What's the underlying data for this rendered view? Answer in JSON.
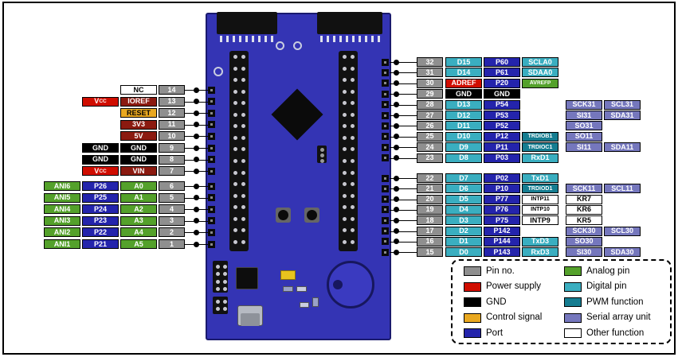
{
  "types": {
    "pin_no": {
      "bg": "#8f8f8f",
      "fg": "#ffffff"
    },
    "power": {
      "bg": "#d00d00",
      "fg": "#ffffff"
    },
    "power_dark": {
      "bg": "#8b1a10",
      "fg": "#ffffff"
    },
    "gnd": {
      "bg": "#000000",
      "fg": "#ffffff"
    },
    "control": {
      "bg": "#e9a820",
      "fg": "#000000"
    },
    "port": {
      "bg": "#2424ac",
      "fg": "#ffffff"
    },
    "analog": {
      "bg": "#54a12b",
      "fg": "#ffffff"
    },
    "digital": {
      "bg": "#3aaec0",
      "fg": "#ffffff"
    },
    "pwm": {
      "bg": "#157d91",
      "fg": "#ffffff"
    },
    "serial": {
      "bg": "#7577bd",
      "fg": "#ffffff"
    },
    "other": {
      "bg": "#ffffff",
      "fg": "#000000"
    }
  },
  "colors": {
    "board": "#3434b4",
    "board_border": "#1a1a6e"
  },
  "legend": {
    "left": [
      {
        "label": "Pin no.",
        "type": "pin_no"
      },
      {
        "label": "Power supply",
        "type": "power"
      },
      {
        "label": "GND",
        "type": "gnd"
      },
      {
        "label": "Control signal",
        "type": "control"
      },
      {
        "label": "Port",
        "type": "port"
      }
    ],
    "right": [
      {
        "label": "Analog pin",
        "type": "analog"
      },
      {
        "label": "Digital pin",
        "type": "digital"
      },
      {
        "label": "PWM function",
        "type": "pwm"
      },
      {
        "label": "Serial array unit",
        "type": "serial"
      },
      {
        "label": "Other function",
        "type": "other"
      }
    ]
  },
  "left_top": {
    "rows": [
      {
        "pin": "14",
        "cells": [
          {
            "c": "l3",
            "label": "NC",
            "type": "other"
          }
        ]
      },
      {
        "pin": "13",
        "cells": [
          {
            "c": "l2",
            "label": "V",
            "sub": "CC",
            "type": "power"
          },
          {
            "c": "l3",
            "label": "IOREF",
            "type": "power_dark"
          }
        ]
      },
      {
        "pin": "12",
        "cells": [
          {
            "c": "l3",
            "label": "RESET",
            "type": "control"
          }
        ]
      },
      {
        "pin": "11",
        "cells": [
          {
            "c": "l3",
            "label": "3V3",
            "type": "power_dark"
          }
        ]
      },
      {
        "pin": "10",
        "cells": [
          {
            "c": "l3",
            "label": "5V",
            "type": "power_dark"
          }
        ]
      },
      {
        "pin": "9",
        "cells": [
          {
            "c": "l2",
            "label": "GND",
            "type": "gnd"
          },
          {
            "c": "l3",
            "label": "GND",
            "type": "gnd"
          }
        ]
      },
      {
        "pin": "8",
        "cells": [
          {
            "c": "l2",
            "label": "GND",
            "type": "gnd"
          },
          {
            "c": "l3",
            "label": "GND",
            "type": "gnd"
          }
        ]
      },
      {
        "pin": "7",
        "cells": [
          {
            "c": "l2",
            "label": "V",
            "sub": "CC",
            "type": "power"
          },
          {
            "c": "l3",
            "label": "VIN",
            "type": "power_dark"
          }
        ]
      }
    ]
  },
  "left_bottom": {
    "rows": [
      {
        "pin": "6",
        "cells": [
          {
            "c": "l1",
            "label": "ANI6",
            "type": "analog"
          },
          {
            "c": "l2",
            "label": "P26",
            "type": "port"
          },
          {
            "c": "l3",
            "label": "A0",
            "type": "analog"
          }
        ]
      },
      {
        "pin": "5",
        "cells": [
          {
            "c": "l1",
            "label": "ANI5",
            "type": "analog"
          },
          {
            "c": "l2",
            "label": "P25",
            "type": "port"
          },
          {
            "c": "l3",
            "label": "A1",
            "type": "analog"
          }
        ]
      },
      {
        "pin": "4",
        "cells": [
          {
            "c": "l1",
            "label": "ANI4",
            "type": "analog"
          },
          {
            "c": "l2",
            "label": "P24",
            "type": "port"
          },
          {
            "c": "l3",
            "label": "A2",
            "type": "analog"
          }
        ]
      },
      {
        "pin": "3",
        "cells": [
          {
            "c": "l1",
            "label": "ANI3",
            "type": "analog"
          },
          {
            "c": "l2",
            "label": "P23",
            "type": "port"
          },
          {
            "c": "l3",
            "label": "A3",
            "type": "analog"
          }
        ]
      },
      {
        "pin": "2",
        "cells": [
          {
            "c": "l1",
            "label": "ANI2",
            "type": "analog"
          },
          {
            "c": "l2",
            "label": "P22",
            "type": "port"
          },
          {
            "c": "l3",
            "label": "A4",
            "type": "analog"
          }
        ]
      },
      {
        "pin": "1",
        "cells": [
          {
            "c": "l1",
            "label": "ANI1",
            "type": "analog"
          },
          {
            "c": "l2",
            "label": "P21",
            "type": "port"
          },
          {
            "c": "l3",
            "label": "A5",
            "type": "analog"
          }
        ]
      }
    ]
  },
  "right_top": {
    "rows": [
      {
        "pin": "32",
        "cells": [
          {
            "c": "r1",
            "label": "D15",
            "type": "digital"
          },
          {
            "c": "r2",
            "label": "P60",
            "type": "port"
          },
          {
            "c": "r3",
            "label": "SCLA0",
            "type": "digital"
          }
        ]
      },
      {
        "pin": "31",
        "cells": [
          {
            "c": "r1",
            "label": "D14",
            "type": "digital"
          },
          {
            "c": "r2",
            "label": "P61",
            "type": "port"
          },
          {
            "c": "r3",
            "label": "SDAA0",
            "type": "digital"
          }
        ]
      },
      {
        "pin": "30",
        "cells": [
          {
            "c": "r1",
            "label": "ADREF",
            "type": "power"
          },
          {
            "c": "r2",
            "label": "P20",
            "type": "port"
          },
          {
            "c": "r3",
            "label": "AV",
            "sub": "REFP",
            "type": "analog"
          }
        ]
      },
      {
        "pin": "29",
        "cells": [
          {
            "c": "r1",
            "label": "GND",
            "type": "gnd"
          },
          {
            "c": "r2",
            "label": "GND",
            "type": "gnd"
          }
        ]
      },
      {
        "pin": "28",
        "cells": [
          {
            "c": "r1",
            "label": "D13",
            "type": "digital"
          },
          {
            "c": "r2",
            "label": "P54",
            "type": "port"
          },
          {
            "c": "r4",
            "label": "SCK31",
            "type": "serial"
          },
          {
            "c": "r5",
            "label": "SCL31",
            "type": "serial"
          }
        ]
      },
      {
        "pin": "27",
        "cells": [
          {
            "c": "r1",
            "label": "D12",
            "type": "digital"
          },
          {
            "c": "r2",
            "label": "P53",
            "type": "port"
          },
          {
            "c": "r4",
            "label": "SI31",
            "type": "serial"
          },
          {
            "c": "r5",
            "label": "SDA31",
            "type": "serial"
          }
        ]
      },
      {
        "pin": "26",
        "cells": [
          {
            "c": "r1",
            "label": "D11",
            "type": "digital"
          },
          {
            "c": "r2",
            "label": "P52",
            "type": "port"
          },
          {
            "c": "r4",
            "label": "SO31",
            "type": "serial"
          }
        ]
      },
      {
        "pin": "25",
        "cells": [
          {
            "c": "r1",
            "label": "D10",
            "type": "digital"
          },
          {
            "c": "r2",
            "label": "P12",
            "type": "port"
          },
          {
            "c": "r3",
            "label": "TRDIOB1",
            "type": "pwm"
          },
          {
            "c": "r4",
            "label": "SO11",
            "type": "serial"
          }
        ]
      },
      {
        "pin": "24",
        "cells": [
          {
            "c": "r1",
            "label": "D9",
            "type": "digital"
          },
          {
            "c": "r2",
            "label": "P11",
            "type": "port"
          },
          {
            "c": "r3",
            "label": "TRDIOC1",
            "type": "pwm"
          },
          {
            "c": "r4",
            "label": "SI11",
            "type": "serial"
          },
          {
            "c": "r5",
            "label": "SDA11",
            "type": "serial"
          }
        ]
      },
      {
        "pin": "23",
        "cells": [
          {
            "c": "r1",
            "label": "D8",
            "type": "digital"
          },
          {
            "c": "r2",
            "label": "P03",
            "type": "port"
          },
          {
            "c": "r3",
            "label": "RxD1",
            "type": "digital"
          }
        ]
      }
    ]
  },
  "right_bottom": {
    "rows": [
      {
        "pin": "22",
        "cells": [
          {
            "c": "r1",
            "label": "D7",
            "type": "digital"
          },
          {
            "c": "r2",
            "label": "P02",
            "type": "port"
          },
          {
            "c": "r3",
            "label": "TxD1",
            "type": "digital"
          }
        ]
      },
      {
        "pin": "21",
        "cells": [
          {
            "c": "r1",
            "label": "D6",
            "type": "digital"
          },
          {
            "c": "r2",
            "label": "P10",
            "type": "port"
          },
          {
            "c": "r3",
            "label": "TRDIOD1",
            "type": "pwm"
          },
          {
            "c": "r4",
            "label": "SCK11",
            "type": "serial"
          },
          {
            "c": "r5",
            "label": "SCL11",
            "type": "serial"
          }
        ]
      },
      {
        "pin": "20",
        "cells": [
          {
            "c": "r1",
            "label": "D5",
            "type": "digital"
          },
          {
            "c": "r2",
            "label": "P77",
            "type": "port"
          },
          {
            "c": "r3",
            "label": "INTP11",
            "type": "other"
          },
          {
            "c": "r4",
            "label": "KR7",
            "type": "other"
          }
        ]
      },
      {
        "pin": "19",
        "cells": [
          {
            "c": "r1",
            "label": "D4",
            "type": "digital"
          },
          {
            "c": "r2",
            "label": "P76",
            "type": "port"
          },
          {
            "c": "r3",
            "label": "INTP10",
            "type": "other"
          },
          {
            "c": "r4",
            "label": "KR6",
            "type": "other"
          }
        ]
      },
      {
        "pin": "18",
        "cells": [
          {
            "c": "r1",
            "label": "D3",
            "type": "digital"
          },
          {
            "c": "r2",
            "label": "P75",
            "type": "port"
          },
          {
            "c": "r3",
            "label": "INTP9",
            "type": "other"
          },
          {
            "c": "r4",
            "label": "KR5",
            "type": "other"
          }
        ]
      },
      {
        "pin": "17",
        "cells": [
          {
            "c": "r1",
            "label": "D2",
            "type": "digital"
          },
          {
            "c": "r2",
            "label": "P142",
            "type": "port"
          },
          {
            "c": "r4",
            "label": "SCK30",
            "type": "serial"
          },
          {
            "c": "r5",
            "label": "SCL30",
            "type": "serial"
          }
        ]
      },
      {
        "pin": "16",
        "cells": [
          {
            "c": "r1",
            "label": "D1",
            "type": "digital"
          },
          {
            "c": "r2",
            "label": "P144",
            "type": "port"
          },
          {
            "c": "r3",
            "label": "TxD3",
            "type": "digital"
          },
          {
            "c": "r4",
            "label": "SO30",
            "type": "serial"
          }
        ]
      },
      {
        "pin": "15",
        "cells": [
          {
            "c": "r1",
            "label": "D0",
            "type": "digital"
          },
          {
            "c": "r2",
            "label": "P143",
            "type": "port"
          },
          {
            "c": "r3",
            "label": "RxD3",
            "type": "digital"
          },
          {
            "c": "r4",
            "label": "SI30",
            "type": "serial"
          },
          {
            "c": "r5",
            "label": "SDA30",
            "type": "serial"
          }
        ]
      }
    ]
  }
}
